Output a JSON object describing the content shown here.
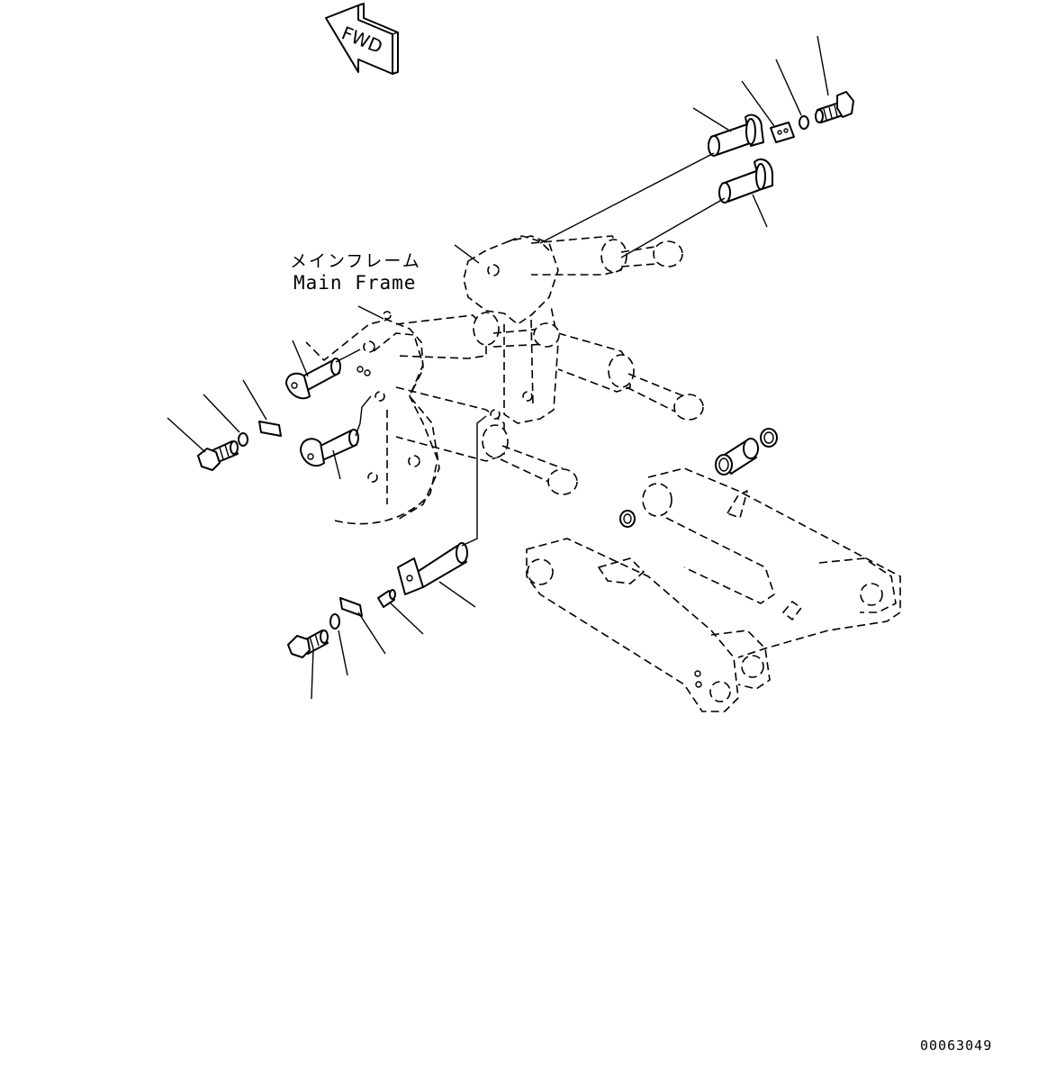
{
  "direction_marker": {
    "text": "FWD",
    "icon": "forward-arrow-icon"
  },
  "callouts": {
    "main_frame_jp": "メインフレーム",
    "main_frame_en": "Main Frame"
  },
  "drawing_number": "00063049",
  "parts": [
    "pin-upper-right-1",
    "pin-upper-right-2",
    "plate-upper-right",
    "washer-upper-right",
    "bolt-upper-right",
    "pin-left-upper",
    "pin-left-lower",
    "plate-left",
    "washer-left",
    "bolt-left",
    "pin-lower",
    "grease-fitting",
    "plate-lower",
    "washer-lower",
    "bolt-lower",
    "bushing",
    "seal-ring-1",
    "seal-ring-2"
  ]
}
